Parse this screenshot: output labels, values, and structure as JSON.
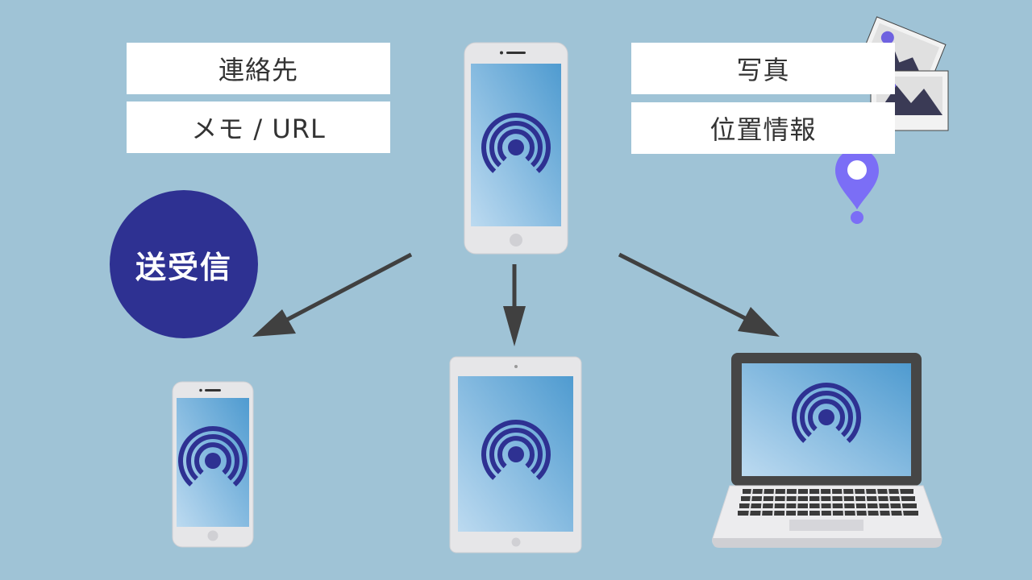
{
  "labels": {
    "contacts": "連絡先",
    "memo_url": "メモ / URL",
    "photo": "写真",
    "location": "位置情報",
    "send_receive": "送受信"
  },
  "icons": {
    "broadcast": "airdrop-icon",
    "photo": "photo-icon",
    "location": "location-pin-icon"
  },
  "colors": {
    "background": "#9fc3d6",
    "accent": "#2e3192",
    "pin": "#7b6ef6",
    "arrow": "#404040"
  }
}
